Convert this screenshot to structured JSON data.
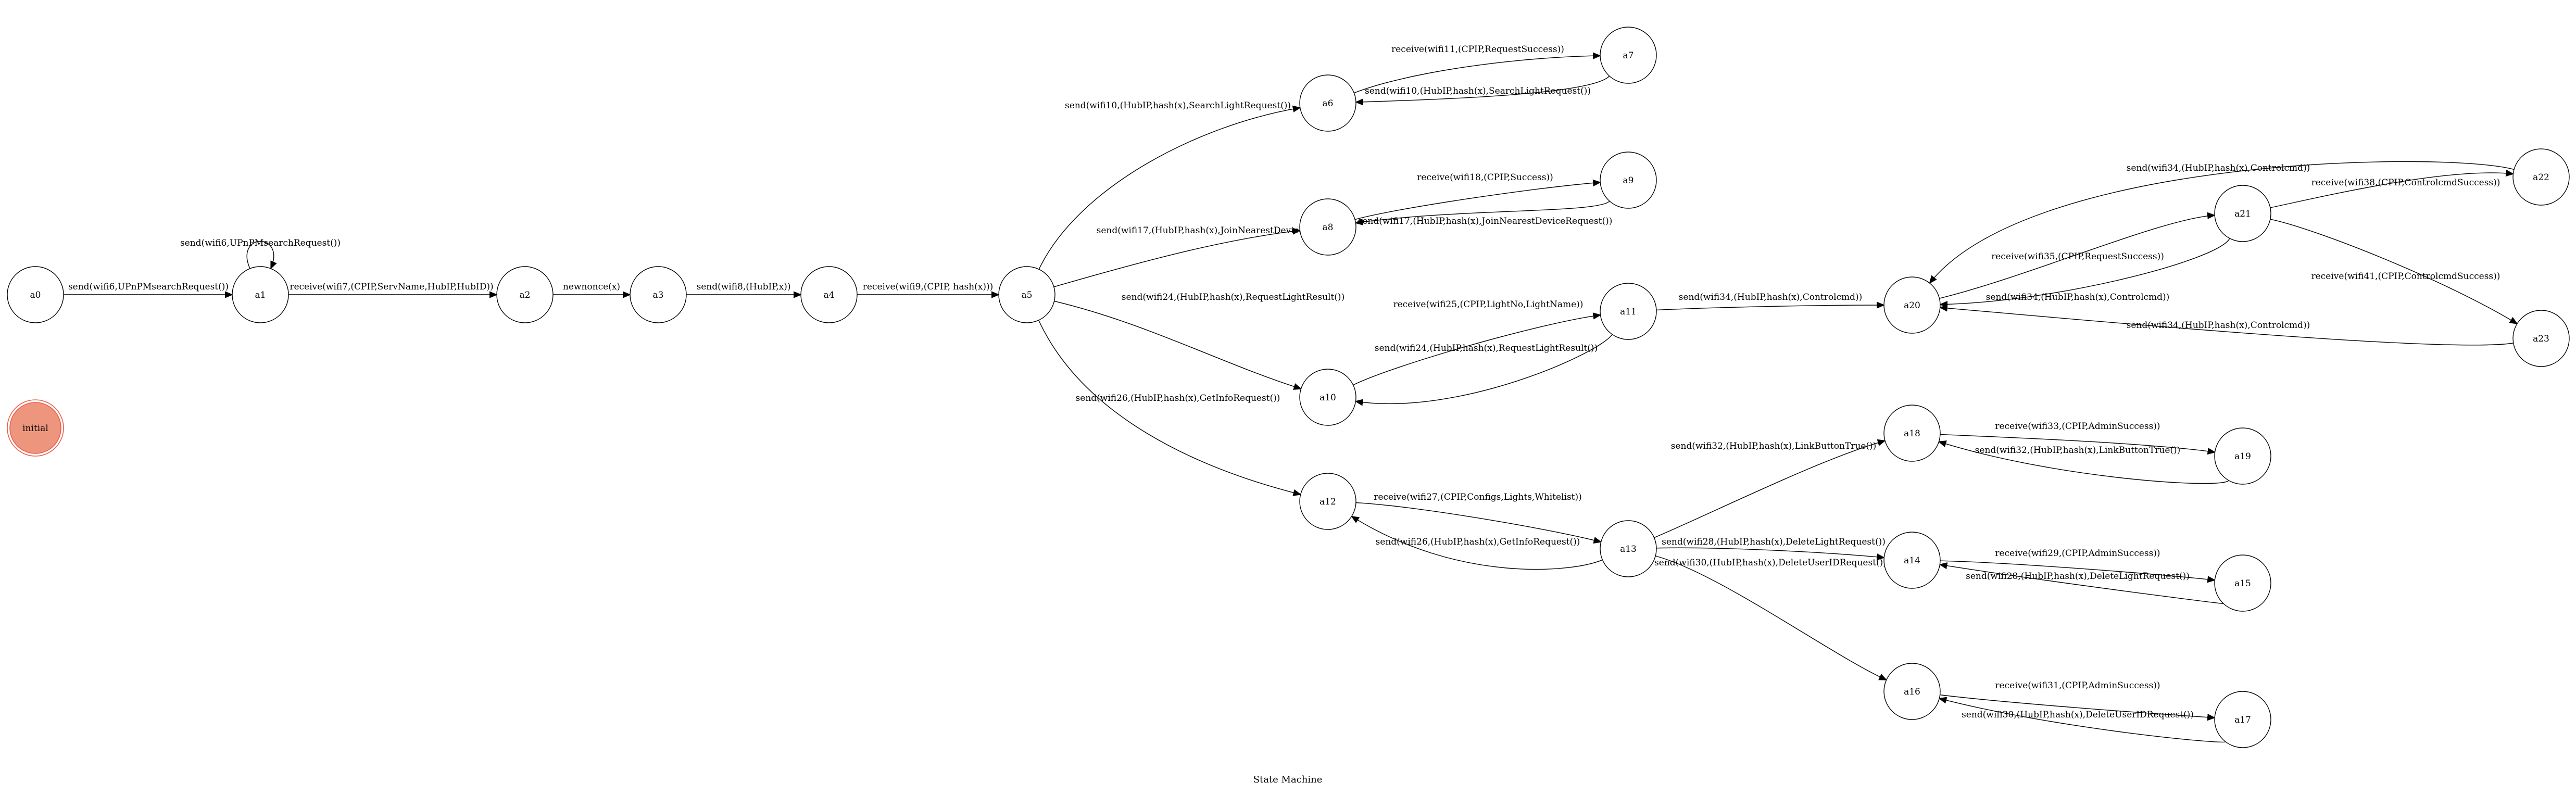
{
  "diagram": {
    "title": "State Machine",
    "colors": {
      "initial_fill": "#ee957e",
      "initial_stroke": "#e85c4a",
      "stroke": "#000000",
      "background": "#ffffff"
    },
    "nodes": [
      {
        "id": "a0",
        "label": "a0"
      },
      {
        "id": "a1",
        "label": "a1"
      },
      {
        "id": "a2",
        "label": "a2"
      },
      {
        "id": "a3",
        "label": "a3"
      },
      {
        "id": "a4",
        "label": "a4"
      },
      {
        "id": "a5",
        "label": "a5"
      },
      {
        "id": "a6",
        "label": "a6"
      },
      {
        "id": "a7",
        "label": "a7"
      },
      {
        "id": "a8",
        "label": "a8"
      },
      {
        "id": "a9",
        "label": "a9"
      },
      {
        "id": "a10",
        "label": "a10"
      },
      {
        "id": "a11",
        "label": "a11"
      },
      {
        "id": "a12",
        "label": "a12"
      },
      {
        "id": "a13",
        "label": "a13"
      },
      {
        "id": "a14",
        "label": "a14"
      },
      {
        "id": "a15",
        "label": "a15"
      },
      {
        "id": "a16",
        "label": "a16"
      },
      {
        "id": "a17",
        "label": "a17"
      },
      {
        "id": "a18",
        "label": "a18"
      },
      {
        "id": "a19",
        "label": "a19"
      },
      {
        "id": "a20",
        "label": "a20"
      },
      {
        "id": "a21",
        "label": "a21"
      },
      {
        "id": "a22",
        "label": "a22"
      },
      {
        "id": "a23",
        "label": "a23"
      },
      {
        "id": "initial",
        "label": "initial"
      }
    ],
    "edges": [
      {
        "from": "a0",
        "to": "a1",
        "label": "send(wifi6,UPnPMsearchRequest())"
      },
      {
        "from": "a1",
        "to": "a1",
        "label": "send(wifi6,UPnPMsearchRequest())"
      },
      {
        "from": "a1",
        "to": "a2",
        "label": "receive(wifi7,(CPIP,ServName,HubIP,HubID))"
      },
      {
        "from": "a2",
        "to": "a3",
        "label": "newnonce(x)"
      },
      {
        "from": "a3",
        "to": "a4",
        "label": "send(wifi8,(HubIP,x))"
      },
      {
        "from": "a4",
        "to": "a5",
        "label": "receive(wifi9,(CPIP, hash(x)))"
      },
      {
        "from": "a5",
        "to": "a6",
        "label": "send(wifi10,(HubIP,hash(x),SearchLightRequest())"
      },
      {
        "from": "a6",
        "to": "a7",
        "label": "receive(wifi11,(CPIP,RequestSuccess))"
      },
      {
        "from": "a7",
        "to": "a6",
        "label": "send(wifi10,(HubIP,hash(x),SearchLightRequest())"
      },
      {
        "from": "a5",
        "to": "a8",
        "label": "send(wifi17,(HubIP,hash(x),JoinNearestDeviceRequest())"
      },
      {
        "from": "a8",
        "to": "a9",
        "label": "receive(wifi18,(CPIP,Success))"
      },
      {
        "from": "a9",
        "to": "a8",
        "label": "send(wifi17,(HubIP,hash(x),JoinNearestDeviceRequest())"
      },
      {
        "from": "a5",
        "to": "a10",
        "label": "send(wifi24,(HubIP,hash(x),RequestLightResult())"
      },
      {
        "from": "a10",
        "to": "a11",
        "label": "receive(wifi25,(CPIP,LightNo,LightName))"
      },
      {
        "from": "a11",
        "to": "a10",
        "label": "send(wifi24,(HubIP,hash(x),RequestLightResult())"
      },
      {
        "from": "a11",
        "to": "a20",
        "label": "send(wifi34,(HubIP,hash(x),Controlcmd))"
      },
      {
        "from": "a5",
        "to": "a12",
        "label": "send(wifi26,(HubIP,hash(x),GetInfoRequest())"
      },
      {
        "from": "a12",
        "to": "a13",
        "label": "receive(wifi27,(CPIP,Configs,Lights,Whitelist))"
      },
      {
        "from": "a13",
        "to": "a12",
        "label": "send(wifi26,(HubIP,hash(x),GetInfoRequest())"
      },
      {
        "from": "a13",
        "to": "a18",
        "label": "send(wifi32,(HubIP,hash(x),LinkButtonTrue())"
      },
      {
        "from": "a18",
        "to": "a19",
        "label": "receive(wifi33,(CPIP,AdminSuccess))"
      },
      {
        "from": "a19",
        "to": "a18",
        "label": "send(wifi32,(HubIP,hash(x),LinkButtonTrue())"
      },
      {
        "from": "a13",
        "to": "a14",
        "label": "send(wifi28,(HubIP,hash(x),DeleteLightRequest())"
      },
      {
        "from": "a14",
        "to": "a15",
        "label": "receive(wifi29,(CPIP,AdminSuccess))"
      },
      {
        "from": "a15",
        "to": "a14",
        "label": "send(wifi28,(HubIP,hash(x),DeleteLightRequest())"
      },
      {
        "from": "a13",
        "to": "a16",
        "label": "send(wifi30,(HubIP,hash(x),DeleteUserIDRequest())"
      },
      {
        "from": "a16",
        "to": "a17",
        "label": "receive(wifi31,(CPIP,AdminSuccess))"
      },
      {
        "from": "a17",
        "to": "a16",
        "label": "send(wifi30,(HubIP,hash(x),DeleteUserIDRequest())"
      },
      {
        "from": "a20",
        "to": "a21",
        "label": "receive(wifi35,(CPIP,RequestSuccess))"
      },
      {
        "from": "a21",
        "to": "a20",
        "label": "send(wifi34,(HubIP,hash(x),Controlcmd))"
      },
      {
        "from": "a21",
        "to": "a22",
        "label": "receive(wifi38,(CPIP,ControlcmdSuccess))"
      },
      {
        "from": "a22",
        "to": "a20",
        "label": "send(wifi34,(HubIP,hash(x),Controlcmd))"
      },
      {
        "from": "a21",
        "to": "a23",
        "label": "receive(wifi41,(CPIP,ControlcmdSuccess))"
      },
      {
        "from": "a23",
        "to": "a20",
        "label": "send(wifi34,(HubIP,hash(x),Controlcmd))"
      }
    ]
  }
}
